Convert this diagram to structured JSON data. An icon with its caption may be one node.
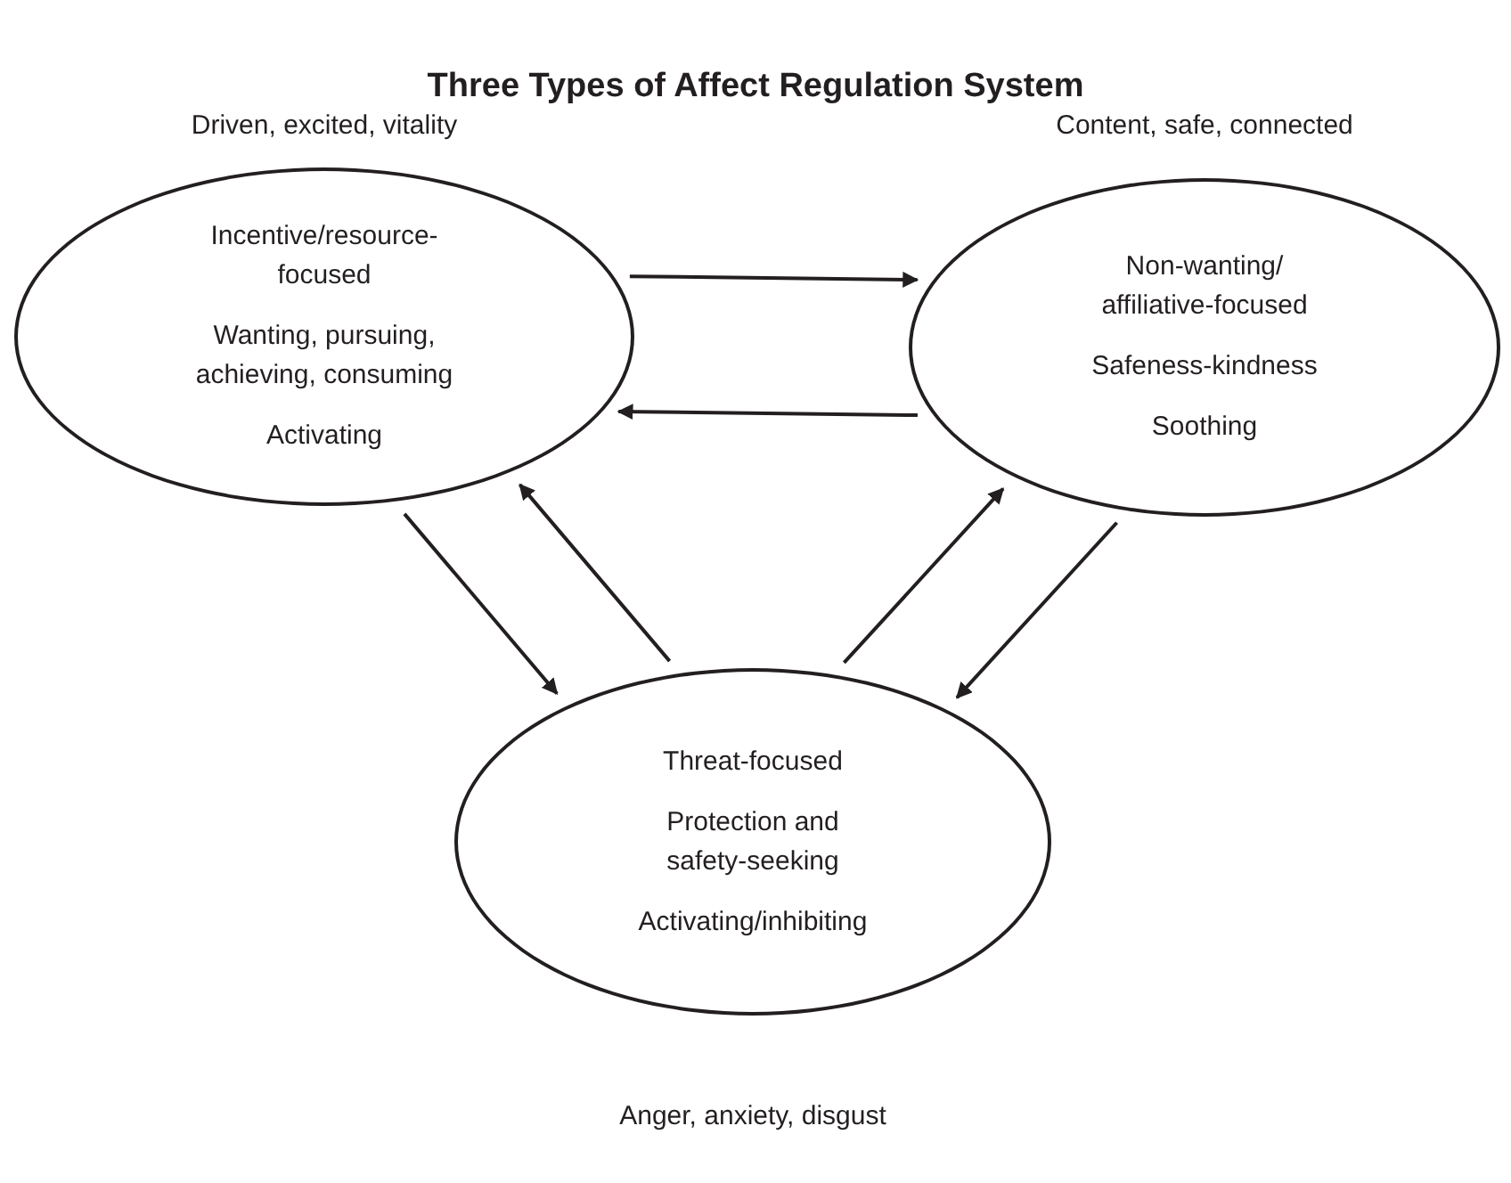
{
  "diagram": {
    "title": "Three Types of Affect Regulation System",
    "nodes": [
      {
        "text": [
          "Driven, excited, vitality",
          "Incentive/resource-focused",
          "Wanting, pursuing, achieving, consuming",
          "Activating"
        ]
      },
      {
        "text": [
          "Content, safe, connected",
          "Non-wanting/ affiliative-focused",
          "Safeness-kindness",
          "Soothing"
        ]
      },
      {
        "text": [
          "Threat-focused",
          "Protection and safety-seeking",
          "Activating/inhibiting",
          "Anger, anxiety, disgust"
        ]
      }
    ],
    "edges": [
      {
        "from": 0,
        "to": 1,
        "arrow": "to"
      },
      {
        "from": 1,
        "to": 0,
        "arrow": "to"
      },
      {
        "from": 0,
        "to": 2,
        "arrow": "to"
      },
      {
        "from": 2,
        "to": 0,
        "arrow": "to"
      },
      {
        "from": 2,
        "to": 1,
        "arrow": "to"
      },
      {
        "from": 1,
        "to": 2,
        "arrow": "to"
      }
    ]
  }
}
